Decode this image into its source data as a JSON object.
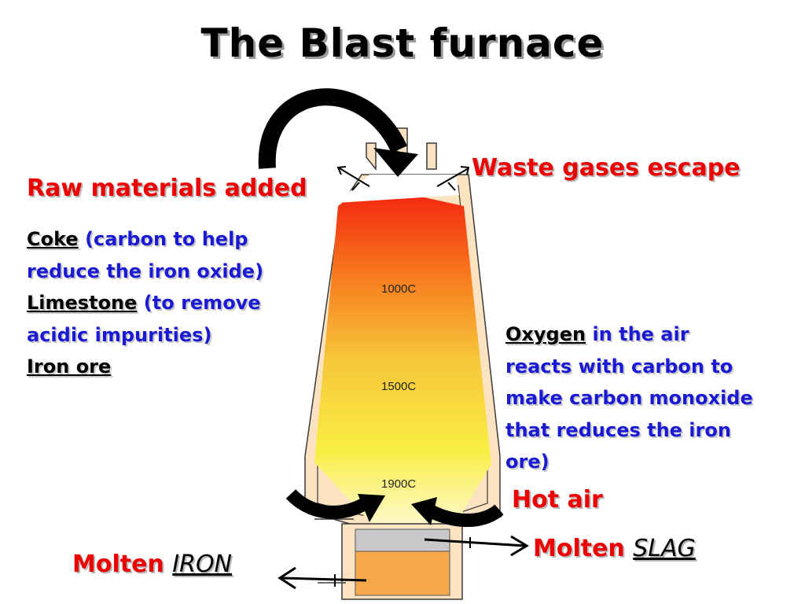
{
  "title": "The Blast furnace",
  "labels": {
    "raw_materials": "Raw materials added",
    "waste_gases": "Waste gases escape",
    "hot_air": "Hot air",
    "molten_slag_prefix": "Molten",
    "molten_slag_word": "SLAG",
    "molten_iron_prefix": "Molten",
    "molten_iron_word": "IRON"
  },
  "materials": {
    "coke_term": "Coke",
    "coke_desc_1": "(carbon to help",
    "coke_desc_2": "reduce the iron oxide)",
    "limestone_term": "Limestone",
    "limestone_desc_1": "(to remove",
    "limestone_desc_2": "acidic impurities)",
    "iron_ore_term": "Iron ore"
  },
  "oxygen_note": {
    "term": "Oxygen",
    "line1_rest": "in the air",
    "line2": "reacts with carbon to",
    "line3": "make carbon monoxide",
    "line4": "that reduces the iron",
    "line5": "ore)"
  },
  "temperatures": [
    "1000C",
    "1500C",
    "1900C"
  ],
  "colors": {
    "label_red": "#ee0000",
    "text_blue": "#1a1ad6",
    "furnace_wall": "#fbe3c2",
    "slag_band": "#c8c8c8",
    "molten_iron": "#f7a84a"
  }
}
